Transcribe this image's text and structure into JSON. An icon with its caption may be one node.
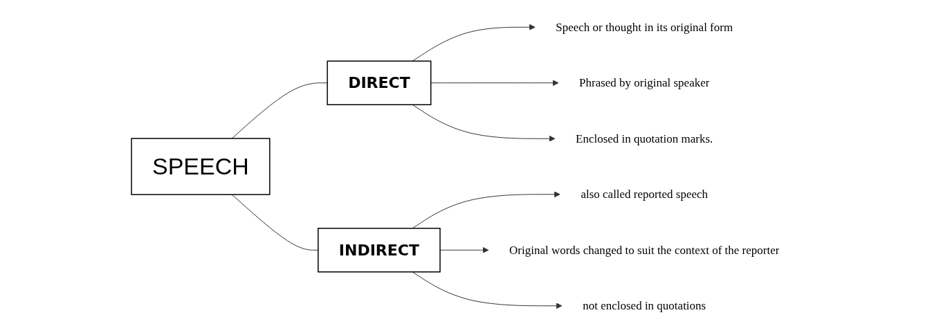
{
  "diagram": {
    "nodes": [
      {
        "text": [
          "SPEECH"
        ]
      },
      {
        "text": [
          "DIRECT"
        ]
      },
      {
        "text": [
          "INDIRECT"
        ]
      },
      {
        "text": [
          "Speech or thought in its original form"
        ]
      },
      {
        "text": [
          "Phrased by original speaker"
        ]
      },
      {
        "text": [
          "Enclosed in quotation marks."
        ]
      },
      {
        "text": [
          "also called reported speech"
        ]
      },
      {
        "text": [
          "Original words changed to suit the context of the reporter"
        ]
      },
      {
        "text": [
          "not enclosed in quotations"
        ]
      }
    ],
    "edges": [
      {
        "from": 0,
        "to": 1,
        "arrow": "none"
      },
      {
        "from": 0,
        "to": 2,
        "arrow": "none"
      },
      {
        "from": 1,
        "to": 3,
        "arrow": "to"
      },
      {
        "from": 1,
        "to": 4,
        "arrow": "to"
      },
      {
        "from": 1,
        "to": 5,
        "arrow": "to"
      },
      {
        "from": 2,
        "to": 6,
        "arrow": "to"
      },
      {
        "from": 2,
        "to": 7,
        "arrow": "to"
      },
      {
        "from": 2,
        "to": 8,
        "arrow": "to"
      }
    ]
  }
}
